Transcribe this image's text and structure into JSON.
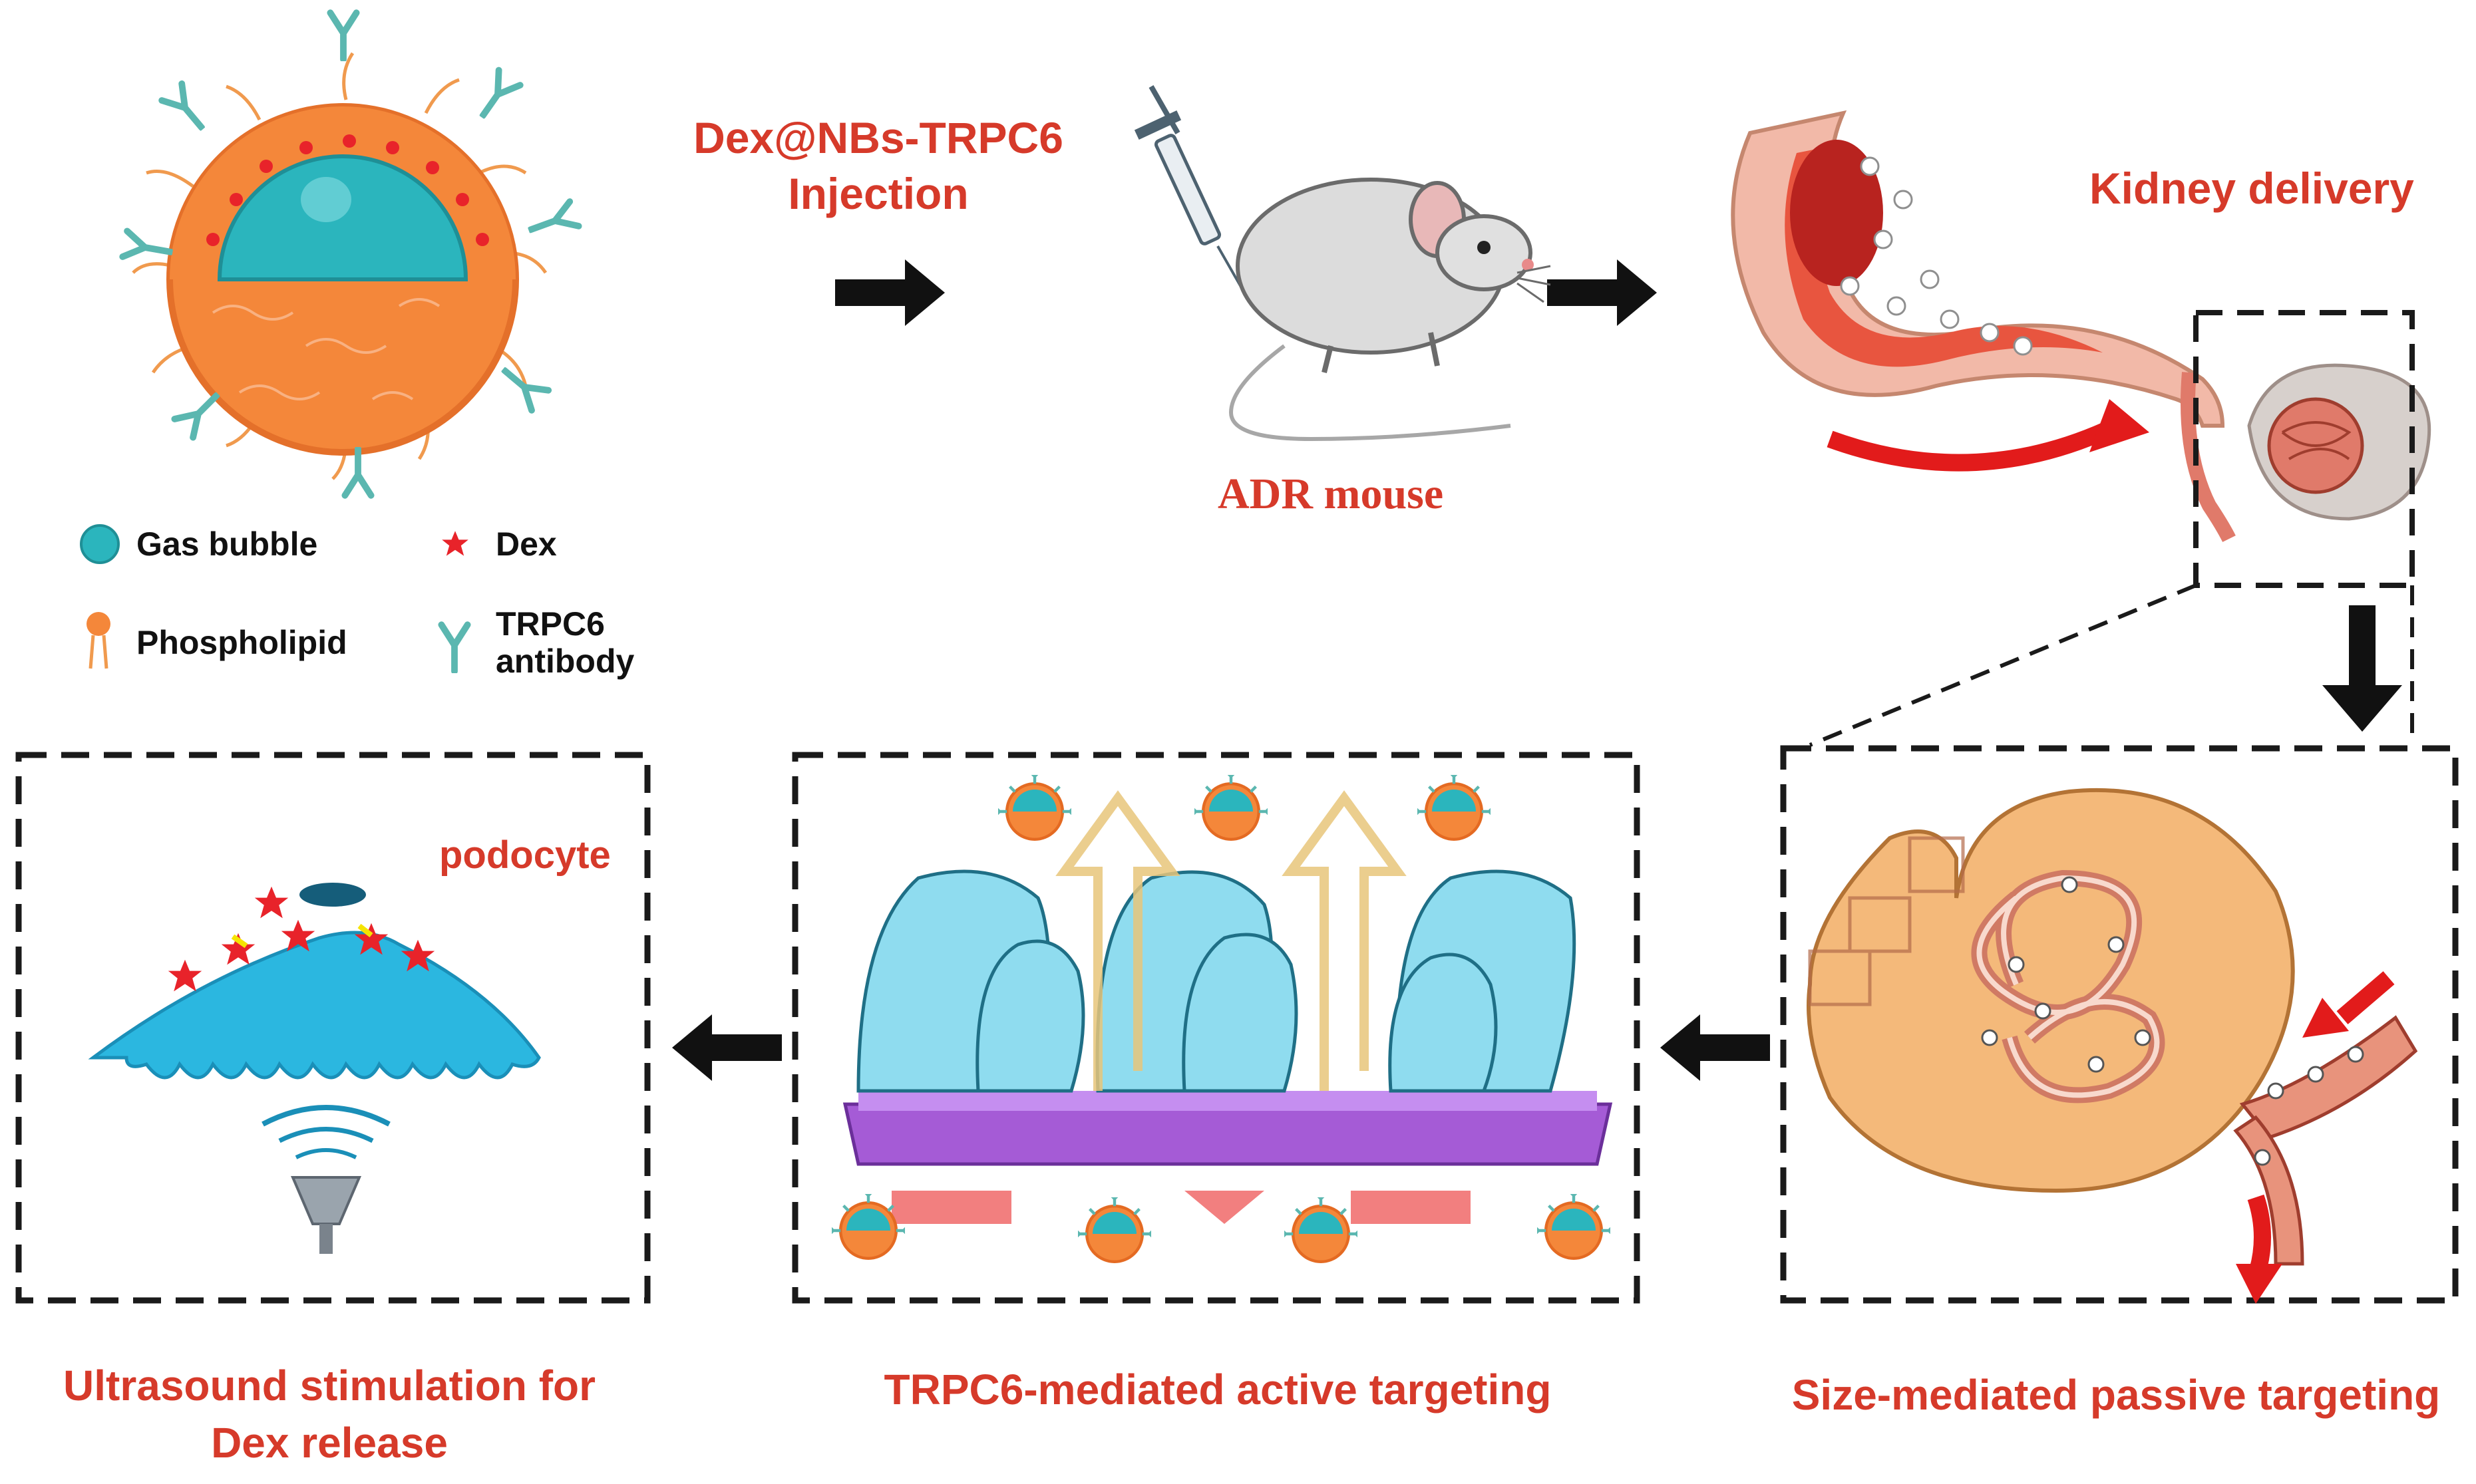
{
  "colors": {
    "label_red": "#d63a2a",
    "arrow_black": "#111111",
    "shell_orange": "#f4873a",
    "gas_teal": "#2bb5bd",
    "antibody_teal": "#5bb7b0",
    "dex_red": "#e8232a",
    "podocyte_blue": "#2bb7e0",
    "membrane_purple": "#a55bd6",
    "foot_process_blue": "#8fdcef",
    "flow_red": "#e21b1b"
  },
  "labels": {
    "injection_line1": "Dex@NBs-TRPC6",
    "injection_line2": "Injection",
    "mouse": "ADR mouse",
    "kidney": "Kidney delivery",
    "podocyte": "podocyte",
    "step_ultrasound_line1": "Ultrasound stimulation for",
    "step_ultrasound_line2": "Dex release",
    "step_active": "TRPC6-mediated active targeting",
    "step_passive": "Size-mediated passive targeting"
  },
  "legend": {
    "gas_bubble": "Gas bubble",
    "dex": "Dex",
    "phospholipid": "Phospholipid",
    "antibody_line1": "TRPC6",
    "antibody_line2": "antibody"
  },
  "icons": [
    "nanobubble-icon",
    "syringe-icon",
    "mouse-icon",
    "kidney-vessel-icon",
    "glomerulus-icon",
    "podocyte-icon",
    "ultrasound-probe-icon",
    "arrow-icon"
  ]
}
